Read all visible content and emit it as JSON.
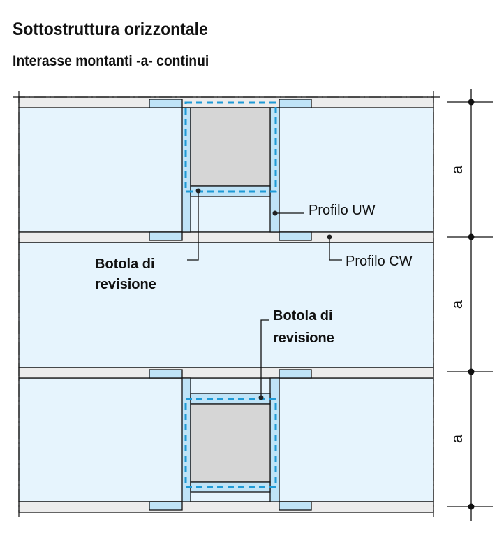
{
  "title": "Sottostruttura orizzontale",
  "subtitle": "Interasse montanti -a- continui",
  "labels": {
    "profilo_uw": "Profilo UW",
    "profilo_cw": "Profilo CW",
    "botola_1_line1": "Botola di",
    "botola_1_line2": "revisione",
    "botola_2_line1": "Botola di",
    "botola_2_line2": "revisione"
  },
  "dimension_label": "a",
  "colors": {
    "panel": "#e6f4fd",
    "profile": "#bfe3f7",
    "band": "#ececec",
    "hatch": "#d6d6d6",
    "dash": "#1e9ad6"
  }
}
